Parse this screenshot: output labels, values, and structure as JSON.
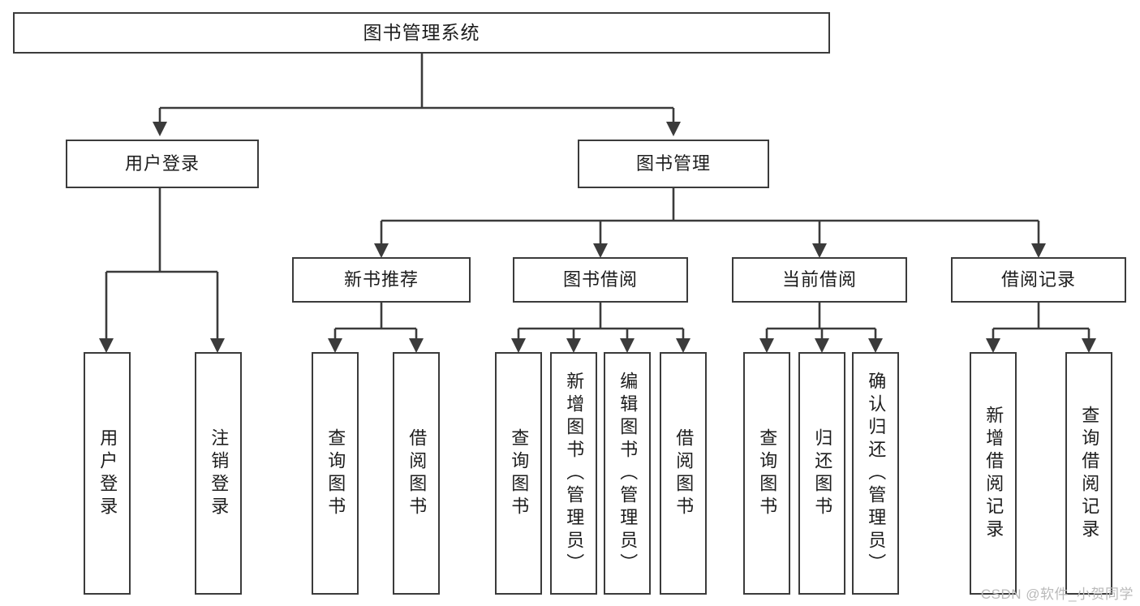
{
  "diagram": {
    "type": "tree",
    "title": "图书管理系统",
    "orientation": "top-down",
    "colors": {
      "border": "#3b3b3b",
      "fill": "#ffffff",
      "text": "#1d1d1d",
      "edge": "#3b3b3b",
      "watermark": "#b9b9b9"
    }
  },
  "root": {
    "label": "图书管理系统"
  },
  "level2": [
    {
      "label": "用户登录"
    },
    {
      "label": "图书管理"
    }
  ],
  "level3": [
    {
      "label": "新书推荐"
    },
    {
      "label": "图书借阅"
    },
    {
      "label": "当前借阅"
    },
    {
      "label": "借阅记录"
    }
  ],
  "leaves": {
    "user_login": [
      {
        "label": "用户登录"
      },
      {
        "label": "注销登录"
      }
    ],
    "new_book": [
      {
        "label": "查询图书"
      },
      {
        "label": "借阅图书"
      }
    ],
    "borrow": [
      {
        "label": "查询图书"
      },
      {
        "label": "新增图书（管理员）"
      },
      {
        "label": "编辑图书（管理员）"
      },
      {
        "label": "借阅图书"
      }
    ],
    "current": [
      {
        "label": "查询图书"
      },
      {
        "label": "归还图书"
      },
      {
        "label": "确认归还（管理员）"
      }
    ],
    "records": [
      {
        "label": "新增借阅记录"
      },
      {
        "label": "查询借阅记录"
      }
    ]
  },
  "watermark": {
    "text": "CSDN @软件_小贺同学"
  }
}
